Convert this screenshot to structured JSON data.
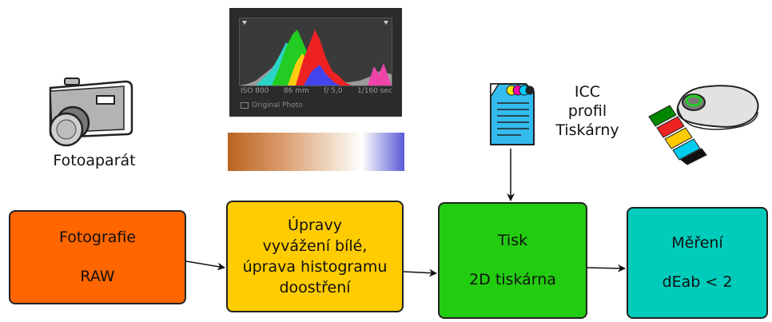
{
  "camera": {
    "icon": "camera-icon",
    "label": "Fotoaparát"
  },
  "histogram": {
    "info": {
      "iso": "ISO 800",
      "focal": "86 mm",
      "aperture": "f/ 5,0",
      "shutter": "1/160 sec"
    },
    "original_label": "Original Photo"
  },
  "icc": {
    "icon": "document-icon",
    "line1": "ICC",
    "line2": "profil",
    "line3": "Tiskárny"
  },
  "colorimeter": {
    "icon": "colorimeter-icon"
  },
  "boxes": [
    {
      "line1": "Fotografie",
      "line2": "RAW",
      "color": "#ff6600"
    },
    {
      "line1": "Úpravy",
      "line2": "vyvážení bílé,",
      "line3": "úprava histogramu",
      "line4": "doostření",
      "color": "#ffcc00"
    },
    {
      "line1": "Tisk",
      "line2": "2D tiskárna",
      "color": "#22cc11"
    },
    {
      "line1": "Měření",
      "line2": "dEab < 2",
      "color": "#00ccbb"
    }
  ]
}
